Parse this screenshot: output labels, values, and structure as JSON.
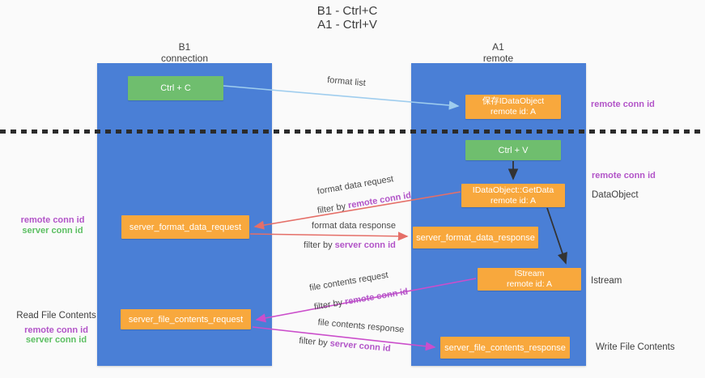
{
  "title": {
    "line1": "B1 - Ctrl+C",
    "line2": "A1 - Ctrl+V"
  },
  "lifelines": {
    "left": {
      "title": "B1",
      "subtitle": "connection"
    },
    "right": {
      "title": "A1",
      "subtitle": "remote"
    }
  },
  "boxes": {
    "ctrl_c": {
      "label": "Ctrl + C"
    },
    "ctrl_v": {
      "label": "Ctrl + V"
    },
    "save_idataobject": {
      "line1": "保存IDataObject",
      "line2": "remote id: A"
    },
    "idataobject_getdata": {
      "line1": "IDataObject::GetData",
      "line2": "remote id: A"
    },
    "istream": {
      "line1": "IStream",
      "line2": "remote id: A"
    },
    "server_format_data_request": {
      "label": "server_format_data_request"
    },
    "server_format_data_response": {
      "label": "server_format_data_response"
    },
    "server_file_contents_request": {
      "label": "server_file_contents_request"
    },
    "server_file_contents_response": {
      "label": "server_file_contents_response"
    }
  },
  "arrow_labels": {
    "format_list": "format list",
    "format_data_request": "format data request",
    "format_data_request_filter": {
      "prefix": "filter by ",
      "id": "remote conn id"
    },
    "format_data_response": "format data response",
    "format_data_response_filter": {
      "prefix": "filter by ",
      "id": "server conn id"
    },
    "file_contents_request": "file contents request",
    "file_contents_request_filter": {
      "prefix": "filter by ",
      "id": "remote conn id"
    },
    "file_contents_response": "file contents response",
    "file_contents_response_filter": {
      "prefix": "filter by ",
      "id": "server conn id"
    }
  },
  "side_labels": {
    "top_right_remote_conn_id": "remote conn id",
    "mid_right_remote_conn_id": "remote conn id",
    "dataobject": "DataObject",
    "istream": "Istream",
    "write_file_contents": "Write File Contents",
    "left_mid": {
      "remote": "remote conn id",
      "server": "server conn id"
    },
    "left_bottom": {
      "title": "Read File Contents",
      "remote": "remote conn id",
      "server": "server conn id"
    }
  },
  "colors": {
    "lifeline_blue": "#4a7fd6",
    "box_orange": "#f8a83d",
    "box_green": "#6fbe6e",
    "arrow_lightblue": "#9fcdee",
    "arrow_red": "#e56f68",
    "arrow_magenta": "#cb4ecb",
    "arrow_black": "#333333",
    "text_purple": "#b254c8",
    "text_green": "#5cbf62"
  }
}
